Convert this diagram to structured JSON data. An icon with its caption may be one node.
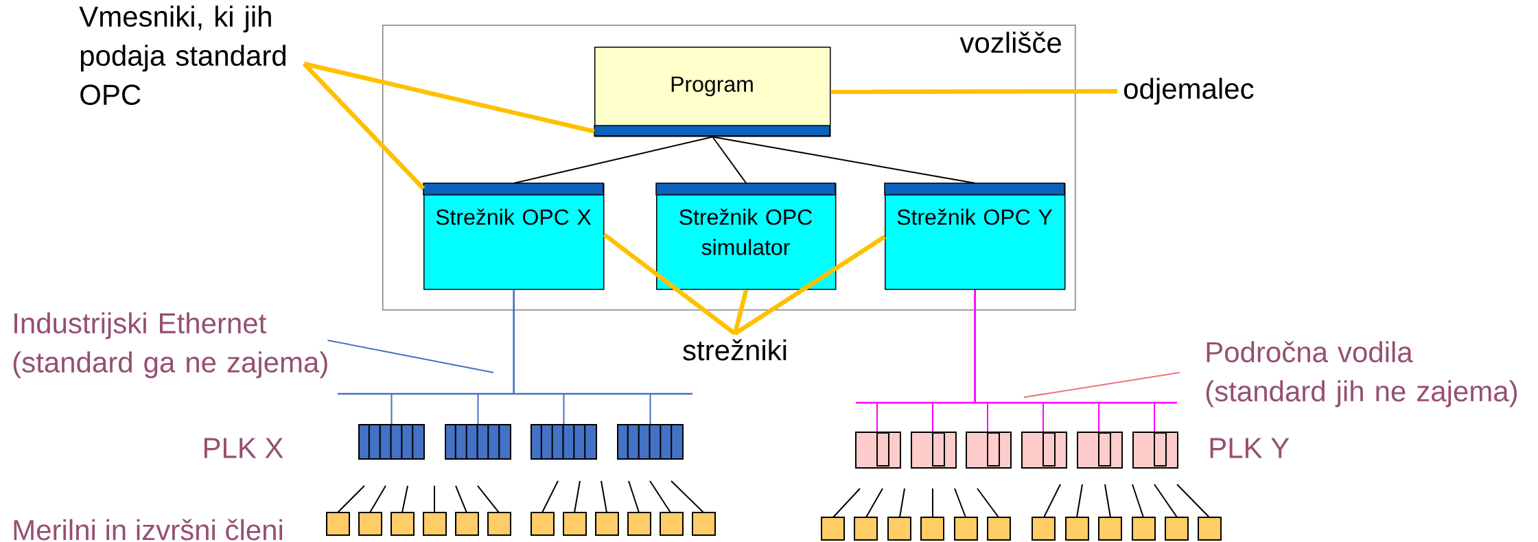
{
  "diagram": {
    "nodes": [
      {
        "text": [
          "vozlišče"
        ]
      },
      {
        "text": [
          "Program"
        ],
        "in": 0
      },
      {
        "text": [
          "Strežnik OPC X"
        ],
        "in": 0
      },
      {
        "text": [
          "Strežnik OPC simulator"
        ],
        "in": 0
      },
      {
        "text": [
          "Strežnik OPC Y"
        ],
        "in": 0
      },
      {
        "text": [
          "Vmesniki, ki jih podaja standard OPC"
        ]
      },
      {
        "text": [
          "odjemalec"
        ]
      },
      {
        "text": [
          "strežniki"
        ]
      },
      {
        "text": [
          "Industrijski Ethernet (standard ga ne zajema)"
        ]
      },
      {
        "text": [
          "Področna vodila (standard jih ne zajema)"
        ]
      },
      {
        "text": [],
        "shape": "box"
      },
      {
        "text": [],
        "shape": "box"
      },
      {
        "text": [],
        "shape": "box"
      },
      {
        "text": [],
        "shape": "box"
      },
      {
        "text": [],
        "shape": "box"
      },
      {
        "text": [],
        "shape": "box"
      },
      {
        "text": [],
        "shape": "box"
      },
      {
        "text": [],
        "shape": "box"
      },
      {
        "text": [],
        "shape": "box"
      },
      {
        "text": [],
        "shape": "box"
      }
    ],
    "edges": [
      {
        "from": 1,
        "to": 2,
        "arrow": "none",
        "color": "#000000"
      },
      {
        "from": 1,
        "to": 3,
        "arrow": "none",
        "color": "#000000"
      },
      {
        "from": 1,
        "to": 4,
        "arrow": "none",
        "color": "#000000"
      },
      {
        "from": 5,
        "to": 1,
        "arrow": "none",
        "style": "thick",
        "color": "#ffc000"
      },
      {
        "from": 5,
        "to": 2,
        "arrow": "none",
        "style": "thick",
        "color": "#ffc000"
      },
      {
        "from": 6,
        "to": 1,
        "arrow": "none",
        "style": "thick",
        "color": "#ffc000"
      },
      {
        "from": 7,
        "to": 2,
        "arrow": "none",
        "style": "thick",
        "color": "#ffc000"
      },
      {
        "from": 7,
        "to": 3,
        "arrow": "none",
        "style": "thick",
        "color": "#ffc000"
      },
      {
        "from": 7,
        "to": 4,
        "arrow": "none",
        "style": "thick",
        "color": "#ffc000"
      },
      {
        "from": 8,
        "to": null,
        "arrow": "none",
        "color": "#4472c4"
      },
      {
        "from": 9,
        "to": null,
        "arrow": "none",
        "color": "#f0707c"
      },
      {
        "from": 2,
        "to": 10,
        "arrow": "none",
        "color": "#4472c4"
      },
      {
        "from": 2,
        "to": 11,
        "arrow": "none",
        "color": "#4472c4"
      },
      {
        "from": 2,
        "to": 12,
        "arrow": "none",
        "color": "#4472c4"
      },
      {
        "from": 2,
        "to": 13,
        "arrow": "none",
        "color": "#4472c4"
      },
      {
        "from": 4,
        "to": 14,
        "arrow": "none",
        "color": "#ff00ff"
      },
      {
        "from": 4,
        "to": 15,
        "arrow": "none",
        "color": "#ff00ff"
      },
      {
        "from": 4,
        "to": 16,
        "arrow": "none",
        "color": "#ff00ff"
      },
      {
        "from": 4,
        "to": 17,
        "arrow": "none",
        "color": "#ff00ff"
      },
      {
        "from": 4,
        "to": 18,
        "arrow": "none",
        "color": "#ff00ff"
      },
      {
        "from": 4,
        "to": 19,
        "arrow": "none",
        "color": "#ff00ff"
      }
    ],
    "labels": [
      "PLK X",
      "PLK Y",
      "Merilni in izvršni členi"
    ]
  }
}
